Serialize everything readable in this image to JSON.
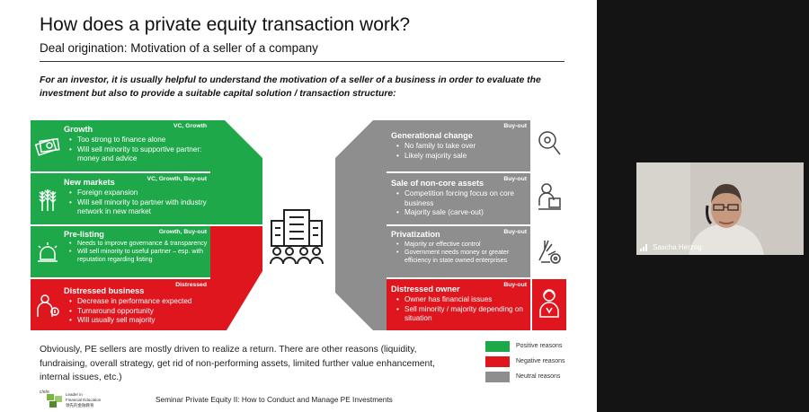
{
  "slide": {
    "title": "How does a private equity transaction work?",
    "subtitle": "Deal origination: Motivation of a seller of a company",
    "intro": "For an investor, it is usually helpful to understand the motivation of a seller of a business in order to evaluate the investment but also to provide a suitable capital solution / transaction structure:",
    "left_boxes": [
      {
        "title": "Growth",
        "tag": "VC, Growth",
        "bullets": [
          "Too strong to finance alone",
          "Will sell minority to supportive partner: money and advice"
        ],
        "icon": "money-bills-icon"
      },
      {
        "title": "New markets",
        "tag": "VC, Growth, Buy-out",
        "bullets": [
          "Foreign expansion",
          "Will sell minority to partner with industry network in new market"
        ],
        "icon": "wheat-icon"
      },
      {
        "title": "Pre-listing",
        "tag": "Growth, Buy-out",
        "bullets": [
          "Needs to improve governance & transparency",
          "Will sell minority to useful partner – esp. with reputation regarding listing"
        ],
        "icon": "alarm-icon"
      },
      {
        "title": "Distressed business",
        "tag": "Distressed",
        "bullets": [
          "Decrease in performance expected",
          "Turnaround opportunity",
          "Will usually sell majority"
        ],
        "icon": "person-money-icon"
      }
    ],
    "right_boxes": [
      {
        "title": "Generational change",
        "tag": "Buy-out",
        "bullets": [
          "No family to take over",
          "Likely majority sale"
        ],
        "icon": "search-cogs-icon"
      },
      {
        "title": "Sale of non-core assets",
        "tag": "Buy-out",
        "bullets": [
          "Competition forcing focus on core business",
          "Majority sale (carve-out)"
        ],
        "icon": "person-desk-icon"
      },
      {
        "title": "Privatization",
        "tag": "Buy-out",
        "bullets": [
          "Majority or effective control",
          "Government needs money or greater efficiency in state owned enterprises"
        ],
        "icon": "hand-gear-icon"
      },
      {
        "title": "Distressed owner",
        "tag": "Buy-out",
        "bullets": [
          "Owner has financial issues",
          "Sell minority / majority depending on situation"
        ],
        "icon": "businesswoman-icon"
      }
    ],
    "center_icon": "company-building-icon",
    "legend": [
      {
        "label": "Positive reasons",
        "color": "#1fa84a"
      },
      {
        "label": "Negative reasons",
        "color": "#e0161f"
      },
      {
        "label": "Neutral reasons",
        "color": "#8e8e8e"
      }
    ],
    "bottom_text": "Obviously, PE sellers are mostly driven to realize a return. There are other reasons (liquidity, fundraising, overall strategy, get rid of non-performing assets, limited further value enhancement, internal issues, etc.)",
    "footer": "Seminar Private Equity II: How to Conduct and Manage PE Investments",
    "logo": {
      "mark": "c/e/e",
      "line1": "Leader in",
      "line2": "Financial Education",
      "line3": "领先的金融教育"
    }
  },
  "video": {
    "participant_name": "Sascha Herzog"
  },
  "colors": {
    "green": "#1fa84a",
    "red": "#e0161f",
    "gray": "#8e8e8e"
  }
}
